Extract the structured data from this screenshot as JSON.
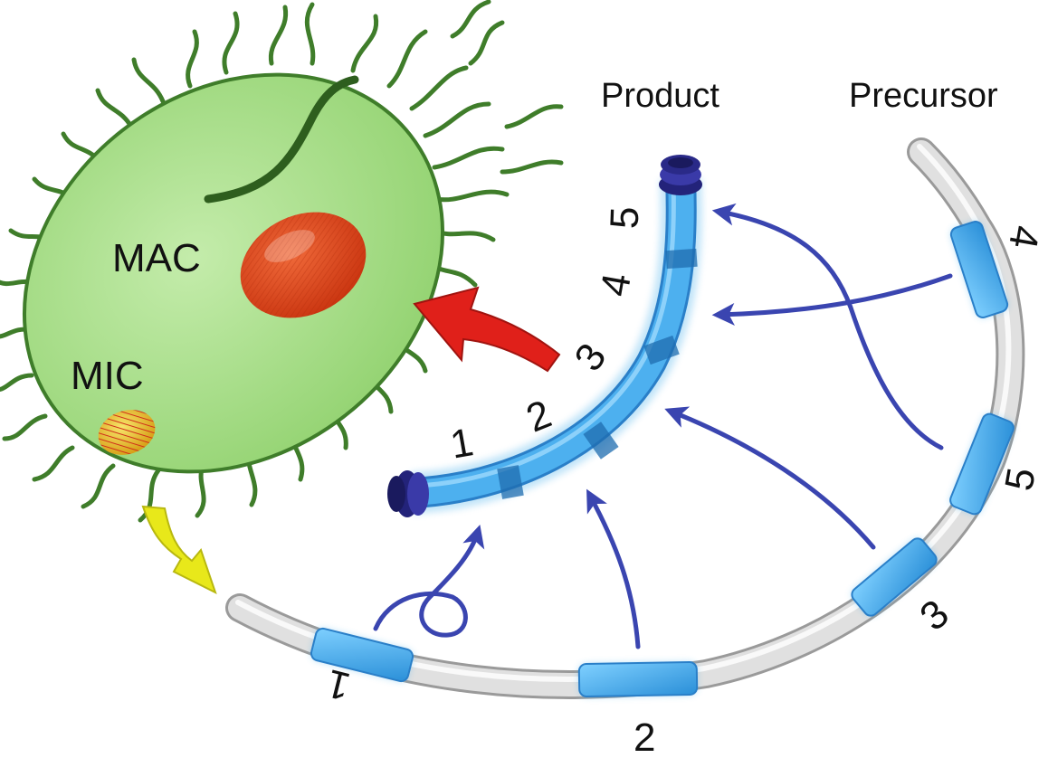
{
  "cell": {
    "mac_label": "MAC",
    "mic_label": "MIC"
  },
  "headers": {
    "product": "Product",
    "precursor": "Precursor"
  },
  "product_segments": [
    "1",
    "2",
    "3",
    "4",
    "5"
  ],
  "precursor_segments": [
    "1",
    "2",
    "3",
    "5",
    "4"
  ],
  "colors": {
    "cell_fill": "#9fd97f",
    "cell_stroke": "#3f7d2a",
    "cilia": "#3f7d2a",
    "mac": "#e0481e",
    "mic": "#e8c21a",
    "segment_blue": "#4fb3ec",
    "product_tube": "#3a9de0",
    "product_cap": "#23237a",
    "precursor_tube": "#d4d4d4",
    "arrow_blue": "#3a45b0",
    "arrow_red": "#e0201a",
    "arrow_yellow": "#e8e81a"
  }
}
